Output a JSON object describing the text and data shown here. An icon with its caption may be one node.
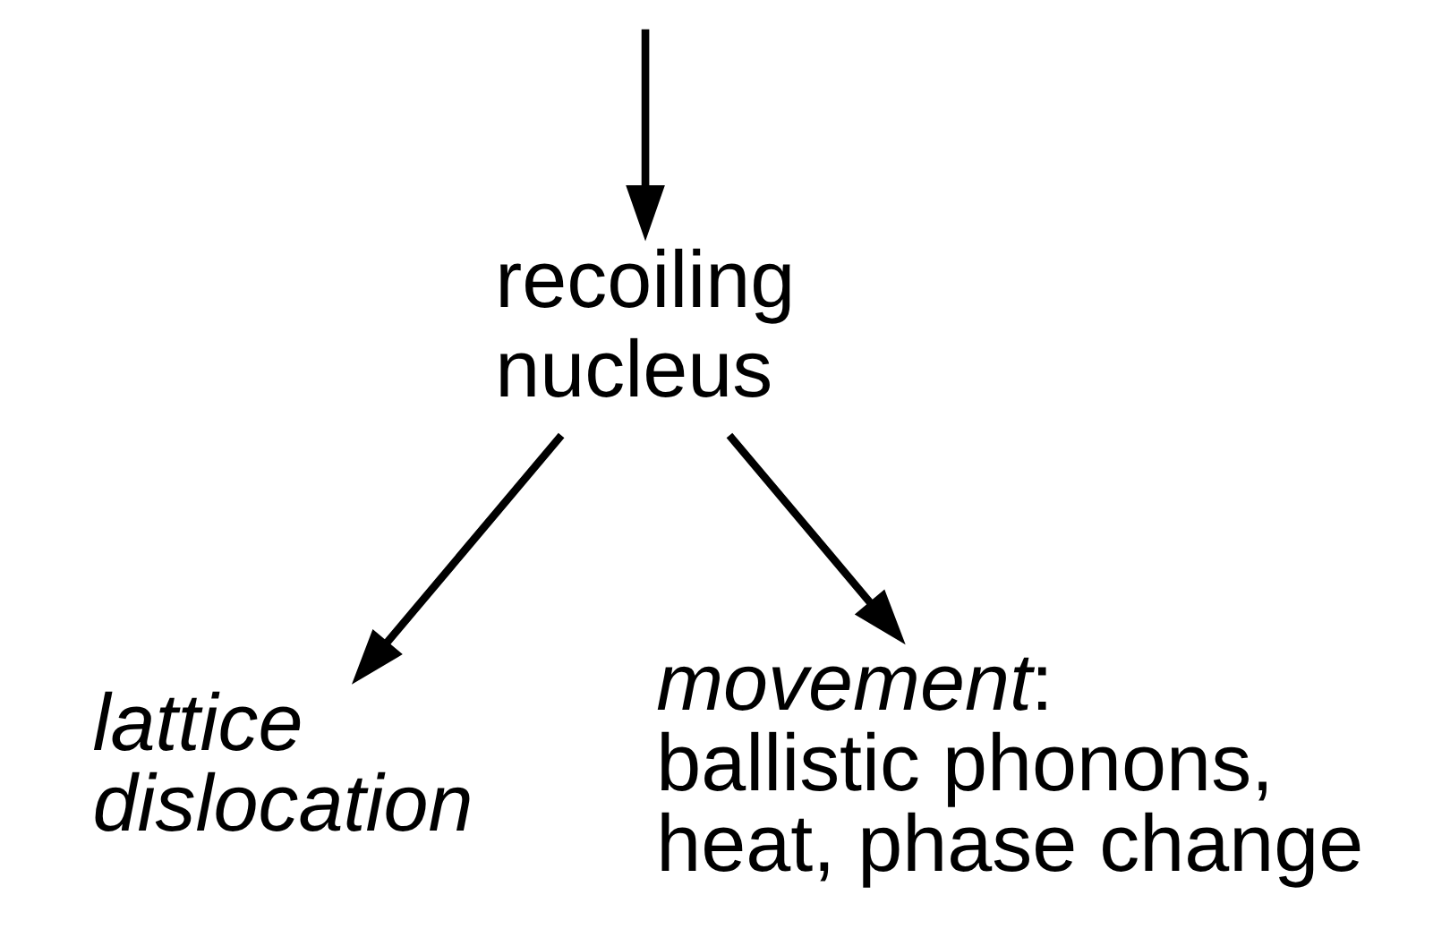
{
  "diagram": {
    "nodes": [
      {
        "text": [
          "recoiling nucleus"
        ]
      },
      {
        "text": [
          "lattice dislocation"
        ]
      },
      {
        "text": [
          "*movement*: ballistic phonons, heat, phase change"
        ]
      }
    ],
    "edges": [
      {
        "from": null,
        "to": 0,
        "arrow": "to"
      },
      {
        "from": 0,
        "to": 1,
        "arrow": "to"
      },
      {
        "from": 0,
        "to": 2,
        "arrow": "to"
      }
    ]
  }
}
